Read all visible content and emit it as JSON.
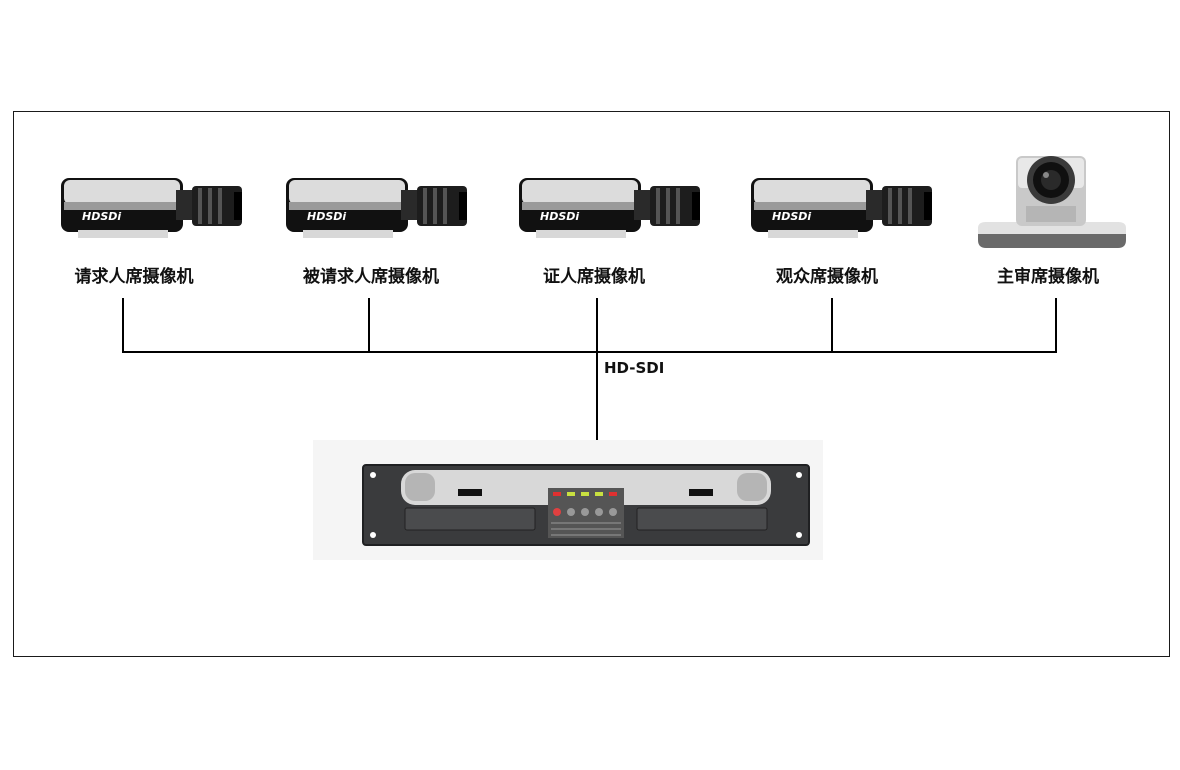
{
  "diagram": {
    "bus_label": "HD-SDI",
    "cameras": [
      {
        "label": "请求人席摄像机",
        "type": "box-camera",
        "brand": "HDSDi"
      },
      {
        "label": "被请求人席摄像机",
        "type": "box-camera",
        "brand": "HDSDi"
      },
      {
        "label": "证人席摄像机",
        "type": "box-camera",
        "brand": "HDSDi"
      },
      {
        "label": "观众席摄像机",
        "type": "box-camera",
        "brand": "HDSDi"
      },
      {
        "label": "主审席摄像机",
        "type": "ptz-camera"
      }
    ],
    "device": {
      "type": "rack-mount-recorder",
      "color": "#2f3032"
    }
  }
}
